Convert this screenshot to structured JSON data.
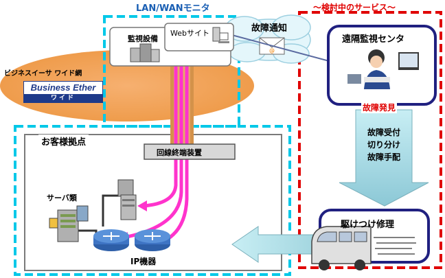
{
  "headers": {
    "lan_wan_monitor": "LAN/WANモニタ",
    "services_under_review": "～検討中のサービス～"
  },
  "network": {
    "wide_network_label": "ビジネスイーサ ワイド網",
    "logo_line1": "Business Ether",
    "logo_line2": "ワイド"
  },
  "monitor": {
    "equipment_label": "監視設備",
    "website_label": "Webサイト",
    "notification_label": "故障通知"
  },
  "remote_center": {
    "title": "遠隔監視センタ",
    "fault_found": "故障発見"
  },
  "process_steps": [
    "故障受付",
    "切り分け",
    "故障手配"
  ],
  "customer": {
    "site_label": "お客様拠点",
    "line_terminal_label": "回線終端装置",
    "servers_label": "サーバ類",
    "ip_devices_label": "IP機器"
  },
  "repair": {
    "label": "駆けつけ修理"
  },
  "colors": {
    "cyan_dash": "#00c8e8",
    "red_dash": "#e00000",
    "navy_box": "#202080",
    "orange_cloud": "#f0a050",
    "magenta_lines": "#ff33cc",
    "arrow_fill": "#a8d8e0"
  }
}
